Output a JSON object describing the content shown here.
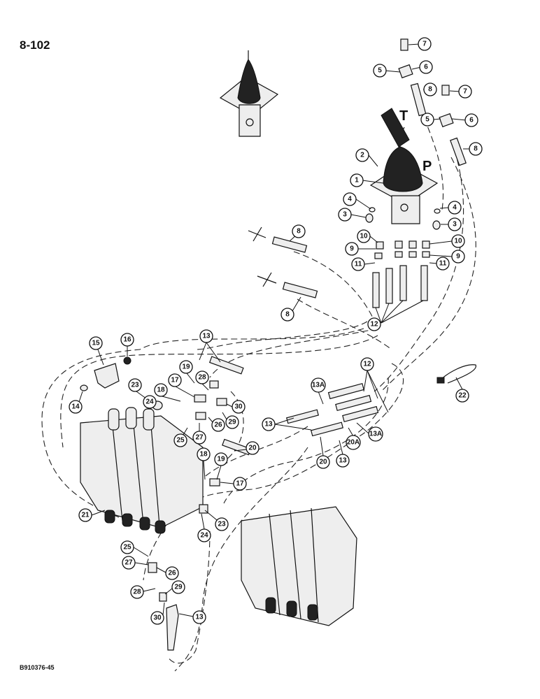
{
  "page_number": "8-102",
  "figure_id": "B910376-45",
  "port_labels": {
    "tank": "T",
    "pressure": "P"
  },
  "callouts": [
    {
      "id": "c7a",
      "label": "7"
    },
    {
      "id": "c5a",
      "label": "5"
    },
    {
      "id": "c6a",
      "label": "6"
    },
    {
      "id": "c8a",
      "label": "8"
    },
    {
      "id": "c7b",
      "label": "7"
    },
    {
      "id": "c5b",
      "label": "5"
    },
    {
      "id": "c6b",
      "label": "6"
    },
    {
      "id": "c8b",
      "label": "8"
    },
    {
      "id": "c2",
      "label": "2"
    },
    {
      "id": "c1",
      "label": "1"
    },
    {
      "id": "c4a",
      "label": "4"
    },
    {
      "id": "c3a",
      "label": "3"
    },
    {
      "id": "c4b",
      "label": "4"
    },
    {
      "id": "c3b",
      "label": "3"
    },
    {
      "id": "c8c",
      "label": "8"
    },
    {
      "id": "c10a",
      "label": "10"
    },
    {
      "id": "c10b",
      "label": "10"
    },
    {
      "id": "c9a",
      "label": "9"
    },
    {
      "id": "c9b",
      "label": "9"
    },
    {
      "id": "c11a",
      "label": "11"
    },
    {
      "id": "c11b",
      "label": "11"
    },
    {
      "id": "c8d",
      "label": "8"
    },
    {
      "id": "c12a",
      "label": "12"
    },
    {
      "id": "c15",
      "label": "15"
    },
    {
      "id": "c16",
      "label": "16"
    },
    {
      "id": "c13a",
      "label": "13"
    },
    {
      "id": "c12b",
      "label": "12"
    },
    {
      "id": "c14",
      "label": "14"
    },
    {
      "id": "c19a",
      "label": "19"
    },
    {
      "id": "c17a",
      "label": "17"
    },
    {
      "id": "c28a",
      "label": "28"
    },
    {
      "id": "c23a",
      "label": "23"
    },
    {
      "id": "c18a",
      "label": "18"
    },
    {
      "id": "c24a",
      "label": "24"
    },
    {
      "id": "c30a",
      "label": "30"
    },
    {
      "id": "c26a",
      "label": "26"
    },
    {
      "id": "c29a",
      "label": "29"
    },
    {
      "id": "c25a",
      "label": "25"
    },
    {
      "id": "c27a",
      "label": "27"
    },
    {
      "id": "c13Aa",
      "label": "13A"
    },
    {
      "id": "c13b",
      "label": "13"
    },
    {
      "id": "c13Ab",
      "label": "13A"
    },
    {
      "id": "c20a",
      "label": "20"
    },
    {
      "id": "c20Aa",
      "label": "20A"
    },
    {
      "id": "c13c",
      "label": "13"
    },
    {
      "id": "c20b",
      "label": "20"
    },
    {
      "id": "c22",
      "label": "22"
    },
    {
      "id": "c18b",
      "label": "18"
    },
    {
      "id": "c19b",
      "label": "19"
    },
    {
      "id": "c17b",
      "label": "17"
    },
    {
      "id": "c21",
      "label": "21"
    },
    {
      "id": "c23b",
      "label": "23"
    },
    {
      "id": "c24b",
      "label": "24"
    },
    {
      "id": "c25b",
      "label": "25"
    },
    {
      "id": "c27b",
      "label": "27"
    },
    {
      "id": "c26b",
      "label": "26"
    },
    {
      "id": "c28b",
      "label": "28"
    },
    {
      "id": "c29b",
      "label": "29"
    },
    {
      "id": "c30b",
      "label": "30"
    },
    {
      "id": "c13d",
      "label": "13"
    }
  ]
}
